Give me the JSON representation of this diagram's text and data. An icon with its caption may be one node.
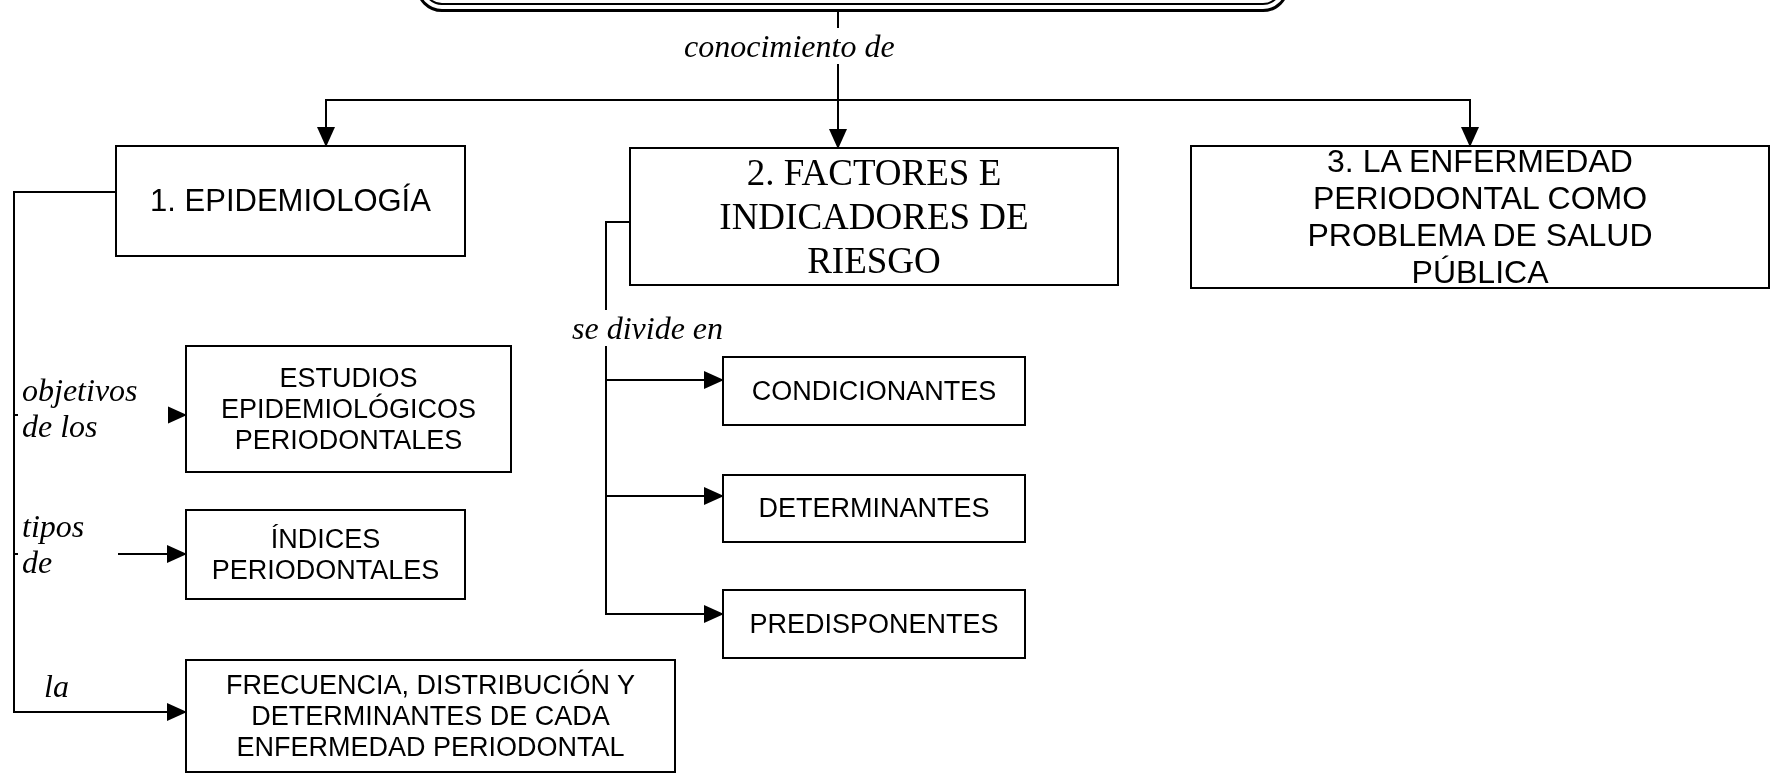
{
  "diagram": {
    "nodes": [
      {
        "text": [],
        "shape": "box"
      },
      {
        "text": [
          "1. EPIDEMIOLOGÍA"
        ]
      },
      {
        "text": [
          "2. FACTORES E INDICADORES DE RIESGO"
        ]
      },
      {
        "text": [
          "3. LA ENFERMEDAD PERIODONTAL COMO PROBLEMA DE SALUD PÚBLICA"
        ]
      },
      {
        "text": [
          "ESTUDIOS EPIDEMIOLÓGICOS PERIODONTALES"
        ]
      },
      {
        "text": [
          "ÍNDICES PERIODONTALES"
        ]
      },
      {
        "text": [
          "FRECUENCIA, DISTRIBUCIÓN Y DETERMINANTES DE CADA ENFERMEDAD PERIODONTAL"
        ]
      },
      {
        "text": [
          "CONDICIONANTES"
        ]
      },
      {
        "text": [
          "DETERMINANTES"
        ]
      },
      {
        "text": [
          "PREDISPONENTES"
        ]
      }
    ],
    "edges": [
      {
        "from": 0,
        "to": 1,
        "arrow": "to"
      },
      {
        "from": 0,
        "to": 2,
        "arrow": "to",
        "label": "conocimiento de"
      },
      {
        "from": 0,
        "to": 3,
        "arrow": "to"
      },
      {
        "from": 1,
        "to": 4,
        "arrow": "to",
        "label": "objetivos de los"
      },
      {
        "from": 1,
        "to": 5,
        "arrow": "to",
        "label": "tipos de"
      },
      {
        "from": 1,
        "to": 6,
        "arrow": "to",
        "label": "la"
      },
      {
        "from": 2,
        "to": 7,
        "arrow": "to",
        "label": "se divide en"
      },
      {
        "from": 2,
        "to": 8,
        "arrow": "to"
      },
      {
        "from": 2,
        "to": 9,
        "arrow": "to"
      }
    ]
  }
}
